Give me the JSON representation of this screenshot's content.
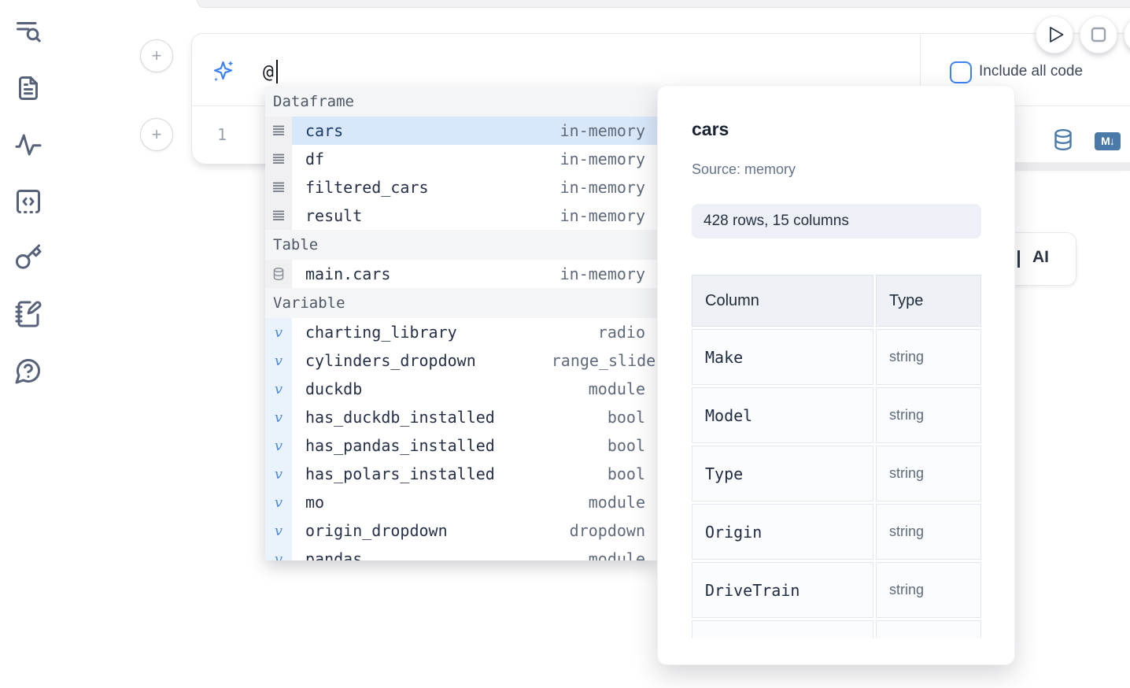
{
  "colors": {
    "accent_blue": "#3d83f6",
    "steel_blue": "#4a7aa8",
    "selected_row_bg": "#d8e8fa",
    "variable_icon_blue": "#4c8ed9"
  },
  "sidebar": {
    "icons": [
      "list-search-icon",
      "file-text-icon",
      "activity-icon",
      "code-snippet-icon",
      "key-icon",
      "notebook-pen-icon",
      "help-chat-icon"
    ]
  },
  "cell_controls": {
    "add_cell_top_label": "+",
    "add_cell_bottom_label": "+"
  },
  "prompt": {
    "value": "@",
    "checkbox_label": "Include all code",
    "checkbox_checked": false
  },
  "editor": {
    "line_number": "1",
    "markdown_badge": "M↓"
  },
  "autocomplete": {
    "sections": [
      {
        "label": "Dataframe",
        "items": [
          {
            "name": "cars",
            "meta": "in-memory",
            "selected": true
          },
          {
            "name": "df",
            "meta": "in-memory",
            "selected": false
          },
          {
            "name": "filtered_cars",
            "meta": "in-memory",
            "selected": false
          },
          {
            "name": "result",
            "meta": "in-memory",
            "selected": false
          }
        ]
      },
      {
        "label": "Table",
        "items": [
          {
            "name": "main.cars",
            "meta": "in-memory",
            "selected": false
          }
        ]
      },
      {
        "label": "Variable",
        "items": [
          {
            "name": "charting_library",
            "meta": "radio"
          },
          {
            "name": "cylinders_dropdown",
            "meta": "range_slider"
          },
          {
            "name": "duckdb",
            "meta": "module"
          },
          {
            "name": "has_duckdb_installed",
            "meta": "bool"
          },
          {
            "name": "has_pandas_installed",
            "meta": "bool"
          },
          {
            "name": "has_polars_installed",
            "meta": "bool"
          },
          {
            "name": "mo",
            "meta": "module"
          },
          {
            "name": "origin_dropdown",
            "meta": "dropdown"
          },
          {
            "name": "pandas",
            "meta": "module"
          }
        ]
      }
    ]
  },
  "preview": {
    "title": "cars",
    "source": "Source: memory",
    "shape": "428 rows, 15 columns",
    "table": {
      "col_header": "Column",
      "type_header": "Type",
      "rows": [
        {
          "column": "Make",
          "type": "string"
        },
        {
          "column": "Model",
          "type": "string"
        },
        {
          "column": "Type",
          "type": "string"
        },
        {
          "column": "Origin",
          "type": "string"
        },
        {
          "column": "DriveTrain",
          "type": "string"
        }
      ]
    }
  },
  "ai_button": {
    "label": "AI"
  }
}
